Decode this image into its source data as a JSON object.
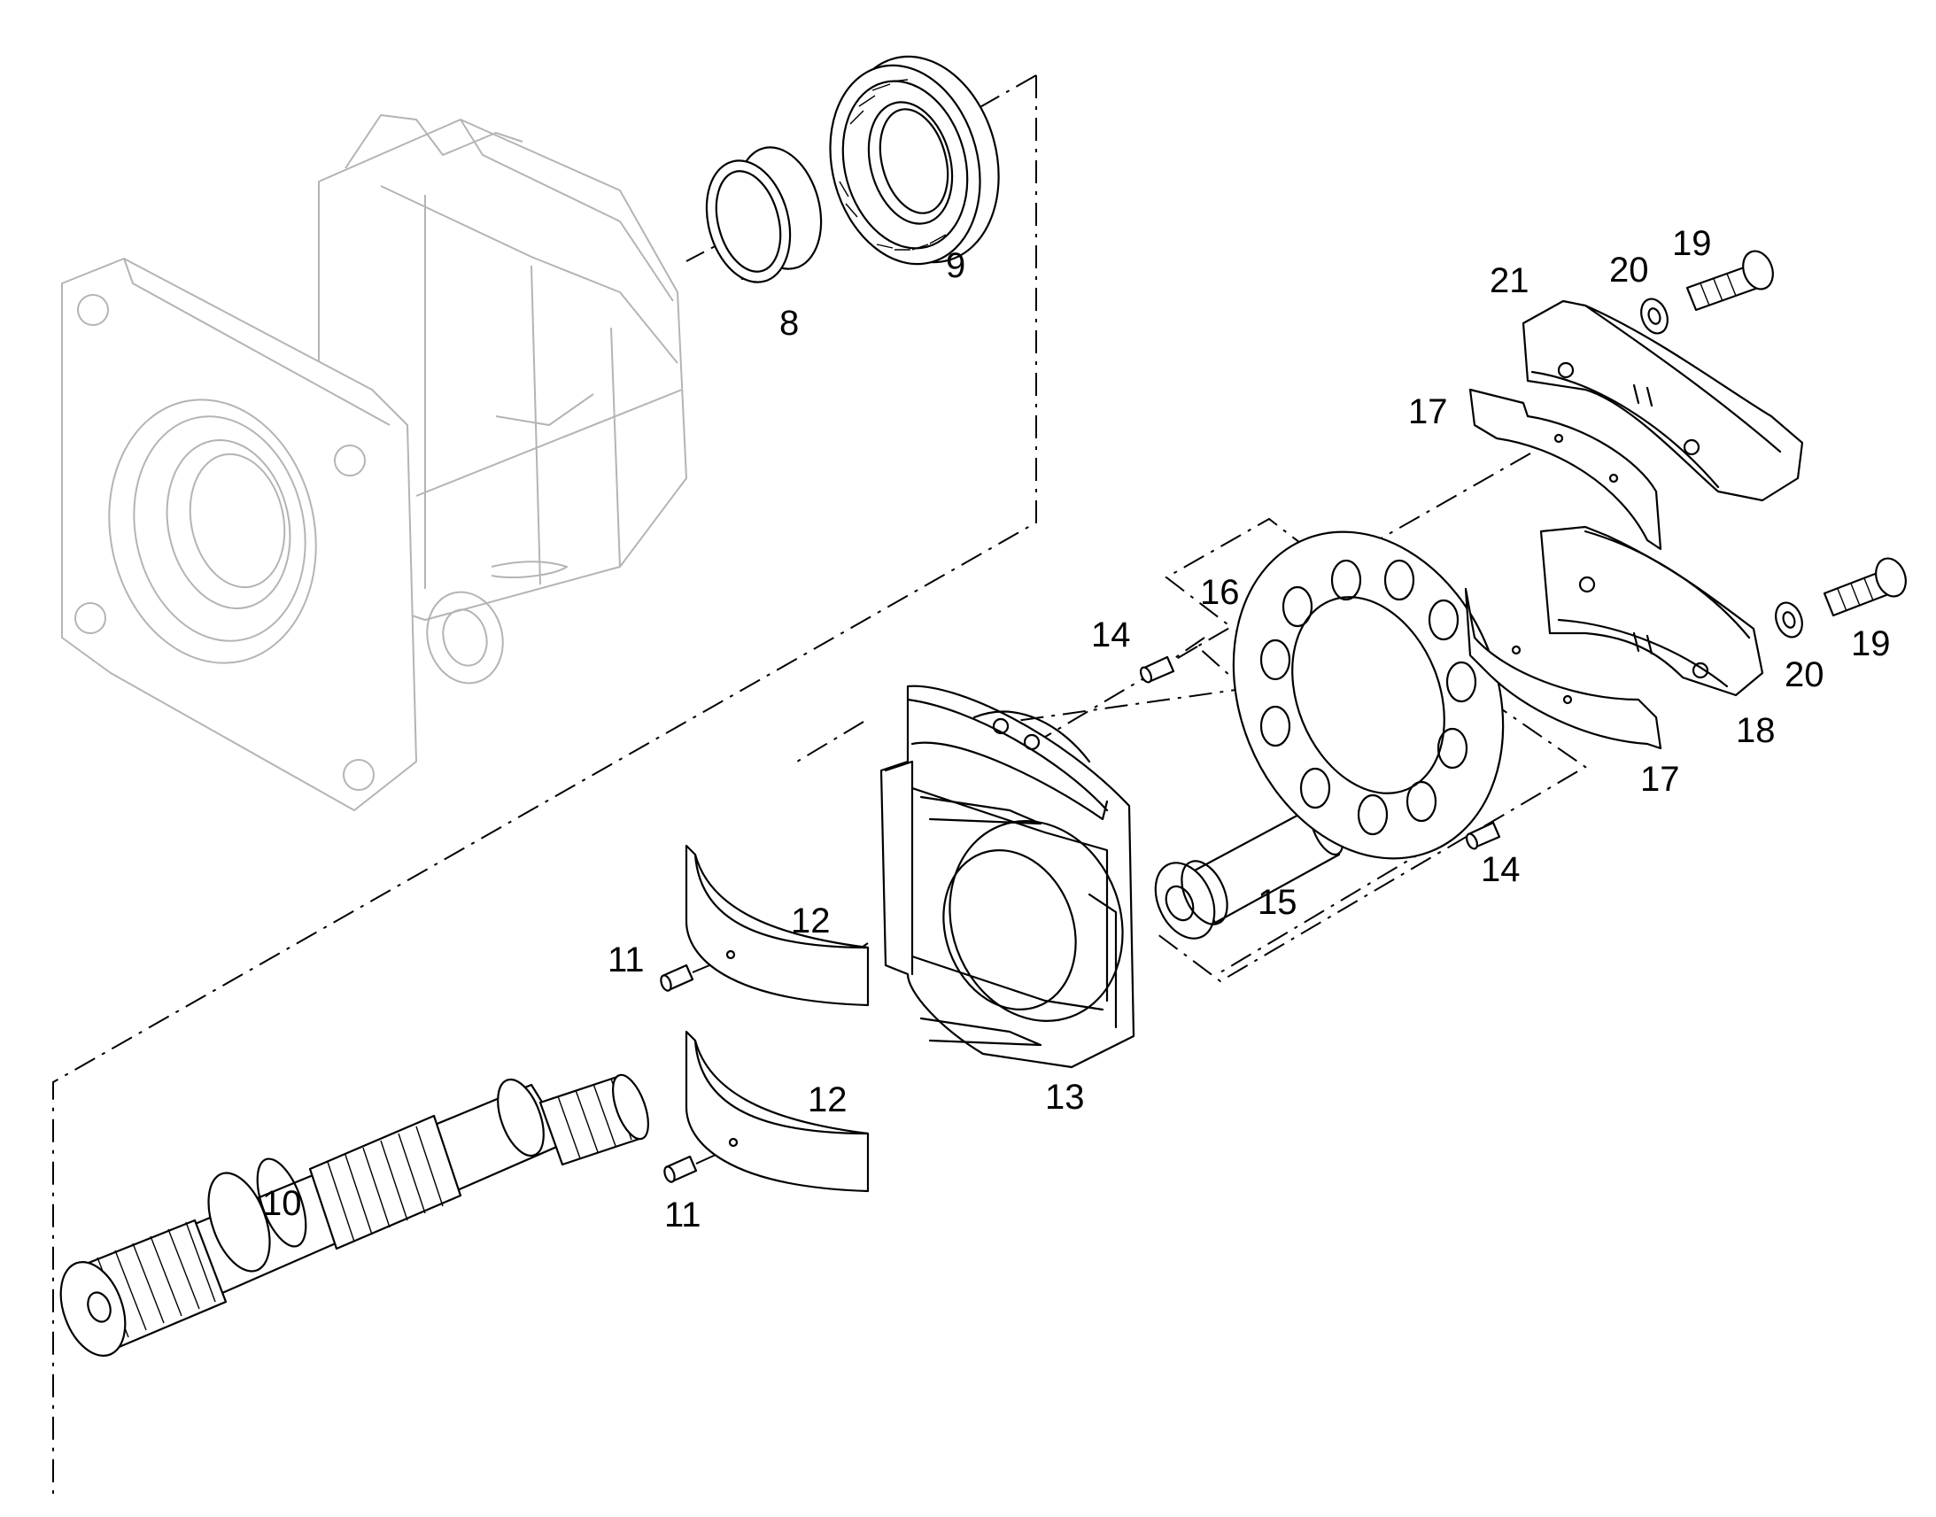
{
  "callouts": [
    {
      "id": "c8",
      "text": "8"
    },
    {
      "id": "c9",
      "text": "9"
    },
    {
      "id": "c10",
      "text": "10"
    },
    {
      "id": "c11a",
      "text": "11"
    },
    {
      "id": "c11b",
      "text": "11"
    },
    {
      "id": "c12a",
      "text": "12"
    },
    {
      "id": "c12b",
      "text": "12"
    },
    {
      "id": "c13",
      "text": "13"
    },
    {
      "id": "c14a",
      "text": "14"
    },
    {
      "id": "c14b",
      "text": "14"
    },
    {
      "id": "c15",
      "text": "15"
    },
    {
      "id": "c16",
      "text": "16"
    },
    {
      "id": "c17a",
      "text": "17"
    },
    {
      "id": "c17b",
      "text": "17"
    },
    {
      "id": "c18",
      "text": "18"
    },
    {
      "id": "c19a",
      "text": "19"
    },
    {
      "id": "c19b",
      "text": "19"
    },
    {
      "id": "c20a",
      "text": "20"
    },
    {
      "id": "c20b",
      "text": "20"
    },
    {
      "id": "c21",
      "text": "21"
    }
  ],
  "colors": {
    "line": "#000000",
    "housing": "#b4b4b4",
    "background": "#ffffff"
  }
}
